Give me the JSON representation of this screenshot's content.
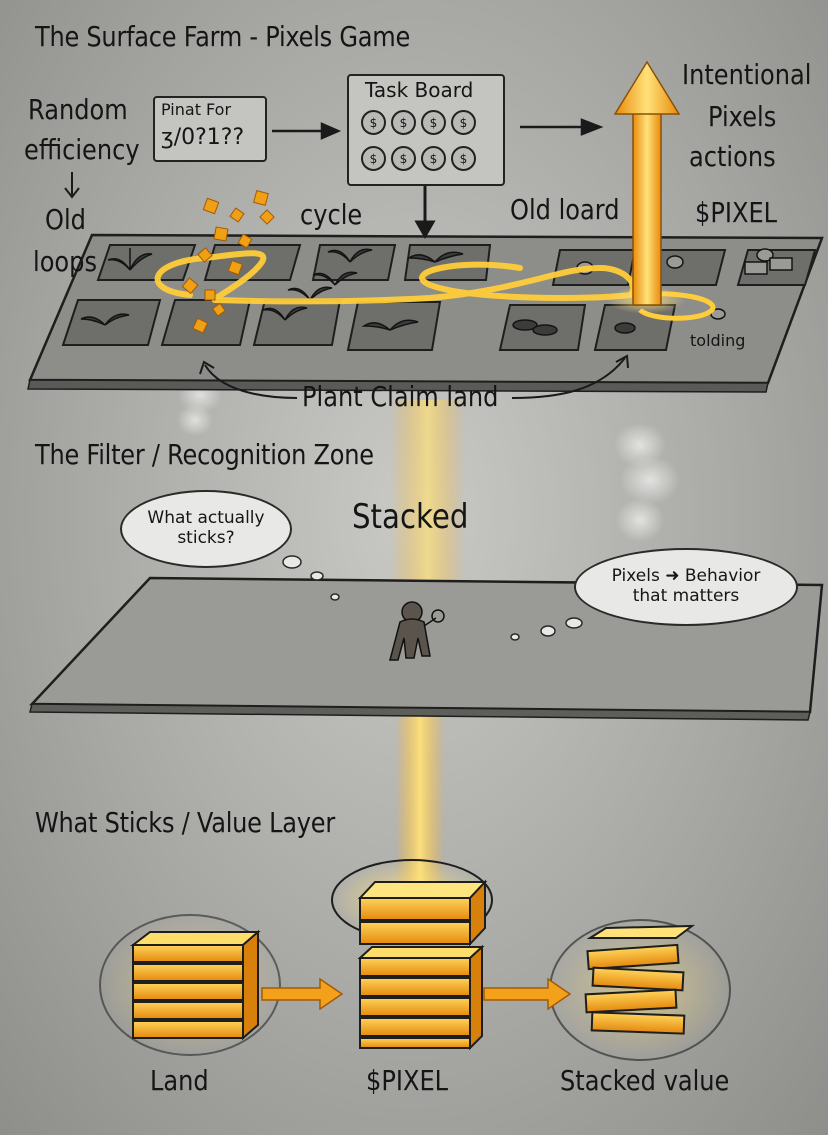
{
  "sections": {
    "surface": "The Surface Farm - Pixels Game",
    "filter": "The Filter / Recognition Zone",
    "value": "What Sticks / Value Layer"
  },
  "surface": {
    "random_efficiency": [
      "Random",
      "efficiency"
    ],
    "old_loops": [
      "Old",
      "loops"
    ],
    "card_title": "Pinat For",
    "card_value": "ʒ/0?1??",
    "task_board": "Task Board",
    "coin_symbol": "$",
    "intentional": [
      "Intentional",
      "Pixels",
      "actions"
    ],
    "cycle": "cycle",
    "old_board": "Old loard",
    "pixel_token": "$PIXEL",
    "folding": "tolding",
    "plant_claim": "Plant Claim land"
  },
  "filter": {
    "stacked": "Stacked",
    "bubble_left": [
      "What actually",
      "sticks?"
    ],
    "bubble_right_line1_a": "Pixels",
    "bubble_right_line1_b": "Behavior",
    "bubble_right_line2": "that matters"
  },
  "value": {
    "land": "Land",
    "pixel": "$PIXEL",
    "stacked_value": "Stacked value"
  },
  "colors": {
    "glow": "#ffd84a",
    "gold": "#f4a21a",
    "gold_dark": "#b86a08",
    "ink": "#151515",
    "plate": "#8a8a87"
  }
}
